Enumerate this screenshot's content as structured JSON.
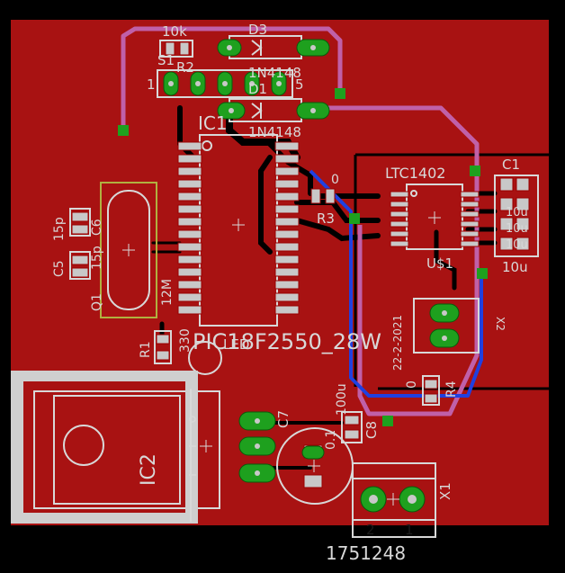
{
  "labels": {
    "r_10k": "10k",
    "d3": "D3",
    "d3_value": "1N4148",
    "s1": "S1",
    "r2": "R2",
    "d_lower_value": "1N4148",
    "d1": "D1",
    "pin_1": "1",
    "pin_5": "5",
    "ic1": "IC1",
    "ic1_value": "PIC18F2550_28W",
    "r3_value": "0",
    "r3": "R3",
    "ltc": "LTC1402",
    "u1": "U$1",
    "c1": "C1",
    "c_10u": "10u",
    "c_10u_a": "10u",
    "c_10u_b": "10u",
    "c_10u_c": "10u",
    "c5_value": "15p",
    "c5": "C5",
    "c6_value": "15p",
    "c6": "C6",
    "q1": "Q1",
    "q1_value": "12M",
    "r1": "R1",
    "r1_value": "330",
    "led": "LED",
    "date": "22-2-2021",
    "x2": "X2",
    "r4_value": "0",
    "r4": "R4",
    "c7": "C7",
    "c7_value": "0.1",
    "c8_value": "100u",
    "c8": "C8",
    "ic2": "IC2",
    "x1": "X1",
    "term_2": "2",
    "term_1": "1",
    "part_number": "1751248"
  },
  "colors": {
    "background": "#000000",
    "copper_top": "#b01010",
    "copper_pour": "#9a1414",
    "pad": "#1ea01e",
    "silk": "#d8d8d8",
    "trace_blue": "#1a3ad0",
    "trace_pink": "#c060a8",
    "black_trace": "#000000"
  }
}
